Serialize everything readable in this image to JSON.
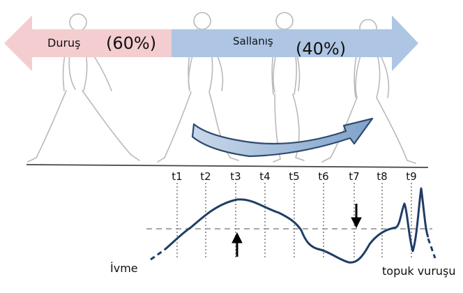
{
  "phases": {
    "stance": {
      "label": "Duruş",
      "percent": "(60%)",
      "color": "#f4cdd0"
    },
    "swing": {
      "label": "Sallanış",
      "percent": "(40%)",
      "color": "#aec6e4"
    }
  },
  "time_marks": [
    "t1",
    "t2",
    "t3",
    "t4",
    "t5",
    "t6",
    "t7",
    "t8",
    "t9"
  ],
  "signal": {
    "label": "İvme",
    "event_label": "topuk vuruşu",
    "line_color": "#1f3e66"
  },
  "swing_arc_color": "#6b8fb8",
  "figure_color": "#b9b9b9"
}
